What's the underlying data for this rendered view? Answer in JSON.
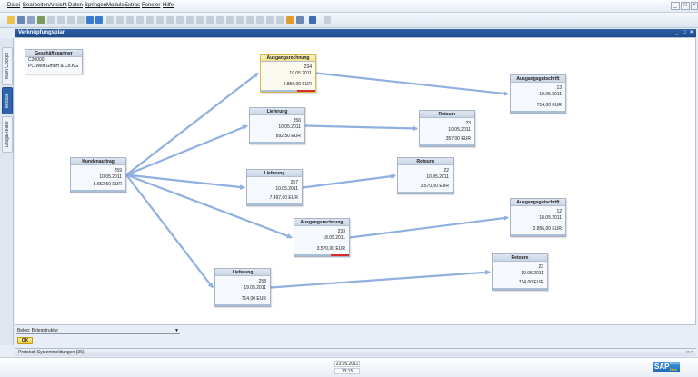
{
  "menu": [
    "Datei",
    "Bearbeiten",
    "Ansicht",
    "Daten",
    "Springen",
    "Module",
    "Extras",
    "Fenster",
    "Hilfe"
  ],
  "window_controls": [
    "_",
    "□",
    "×"
  ],
  "document": {
    "title": "Verknüpfungsplan",
    "controls": [
      "_",
      "□",
      "×"
    ]
  },
  "side_tabs": [
    "Main Cockpit",
    "Module",
    "Drag&Relate"
  ],
  "business_partner": {
    "title": "Geschäftspartner",
    "code": "C20000",
    "name": "PC Welt GmbH & Co.KG"
  },
  "nodes": [
    {
      "id": "kundenauftrag",
      "title": "Kundenauftrag",
      "number": "259",
      "date": "10.05.2011",
      "amount": "8.652,50 EUR",
      "highlight": false,
      "red_bar": false
    },
    {
      "id": "ausgangsrechnung-1",
      "title": "Ausgangsrechnung",
      "number": "234",
      "date": "19.05.2011",
      "amount": "2.856,00 EUR",
      "highlight": true,
      "red_bar": true
    },
    {
      "id": "lieferung-1",
      "title": "Lieferung",
      "number": "256",
      "date": "10.05.2011",
      "amount": "892,50 EUR",
      "highlight": false,
      "red_bar": false
    },
    {
      "id": "lieferung-2",
      "title": "Lieferung",
      "number": "257",
      "date": "10.05.2011",
      "amount": "7.497,00 EUR",
      "highlight": false,
      "red_bar": false
    },
    {
      "id": "ausgangsrechnung-2",
      "title": "Ausgangsrechnung",
      "number": "233",
      "date": "18.05.2011",
      "amount": "3.570,00 EUR",
      "highlight": false,
      "red_bar": true
    },
    {
      "id": "lieferung-3",
      "title": "Lieferung",
      "number": "258",
      "date": "19.05.2011",
      "amount": "714,00 EUR",
      "highlight": false,
      "red_bar": false
    },
    {
      "id": "ausgangsgutschrift-1",
      "title": "Ausgangsgutschrift",
      "number": "13",
      "date": "19.05.2011",
      "amount": "714,00 EUR",
      "highlight": false,
      "red_bar": false
    },
    {
      "id": "retoure-1",
      "title": "Retoure",
      "number": "23",
      "date": "10.05.2011",
      "amount": "357,00 EUR",
      "highlight": false,
      "red_bar": false
    },
    {
      "id": "retoure-2",
      "title": "Retoure",
      "number": "22",
      "date": "10.05.2011",
      "amount": "3.570,00 EUR",
      "highlight": false,
      "red_bar": false
    },
    {
      "id": "ausgangsgutschrift-2",
      "title": "Ausgangsgutschrift",
      "number": "12",
      "date": "18.05.2011",
      "amount": "2.856,00 EUR",
      "highlight": false,
      "red_bar": false
    },
    {
      "id": "retoure-3",
      "title": "Retoure",
      "number": "23",
      "date": "19.05.2011",
      "amount": "714,00 EUR",
      "highlight": false,
      "red_bar": false
    }
  ],
  "links": [
    [
      "kundenauftrag",
      "ausgangsrechnung-1"
    ],
    [
      "kundenauftrag",
      "lieferung-1"
    ],
    [
      "kundenauftrag",
      "lieferung-2"
    ],
    [
      "kundenauftrag",
      "ausgangsrechnung-2"
    ],
    [
      "kundenauftrag",
      "lieferung-3"
    ],
    [
      "ausgangsrechnung-1",
      "ausgangsgutschrift-1"
    ],
    [
      "lieferung-1",
      "retoure-1"
    ],
    [
      "lieferung-2",
      "retoure-2"
    ],
    [
      "ausgangsrechnung-2",
      "ausgangsgutschrift-2"
    ],
    [
      "lieferung-3",
      "retoure-3"
    ]
  ],
  "beleg_select": "Beleg: Belegstruktur",
  "ok_label": "OK",
  "log_bar": "Protokoll Systemmeldungen (36)",
  "status": {
    "date": "23.05.2011",
    "time": "13:15"
  },
  "logo": {
    "text": "SAP",
    "sub": "Business",
    "product": "One"
  },
  "colors": {
    "accent": "#2f63ad",
    "link": "#8fb0e0",
    "highlight": "#f3e08a",
    "alert": "#d62d2d"
  }
}
